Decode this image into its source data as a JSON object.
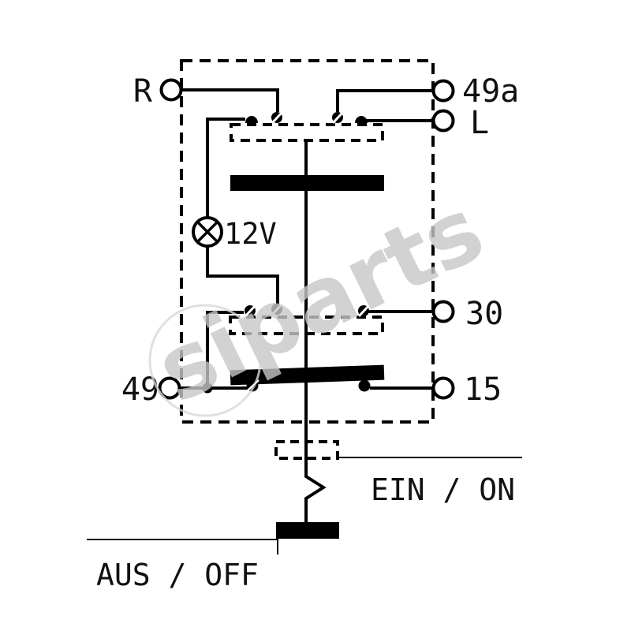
{
  "diagram": {
    "type": "switch-wiring-schematic",
    "terminals": [
      {
        "id": "R",
        "label": "R",
        "side": "left-top"
      },
      {
        "id": "49a",
        "label": "49a",
        "side": "right-top"
      },
      {
        "id": "L",
        "label": "L",
        "side": "right-top"
      },
      {
        "id": "30",
        "label": "30",
        "side": "right-middle"
      },
      {
        "id": "15",
        "label": "15",
        "side": "right-bottom"
      },
      {
        "id": "49",
        "label": "49",
        "side": "left-bottom"
      }
    ],
    "lamp": {
      "voltage_label": "12V"
    },
    "switch_states": {
      "on_label": "EIN / ON",
      "off_label": "AUS / OFF"
    },
    "watermark": {
      "text": "siparts",
      "color": "#c7c7c7",
      "ring_color": "#d9d9d9"
    },
    "colors": {
      "line": "#000000",
      "background": "#ffffff",
      "label": "#111111"
    }
  }
}
